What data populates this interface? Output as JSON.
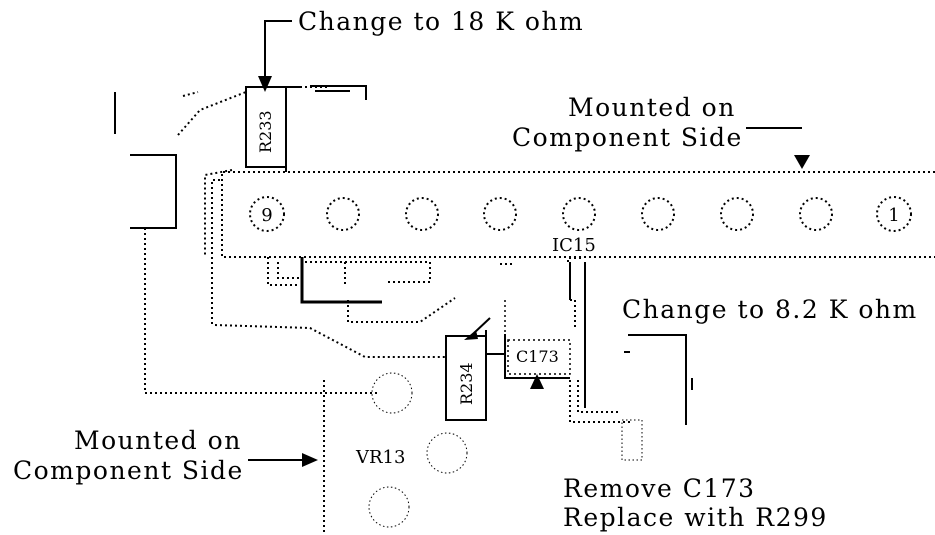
{
  "notes": {
    "r233_change": "Change to 18 K ohm",
    "mounted_top_line1": "Mounted on",
    "mounted_top_line2": "Component Side",
    "r234_change": "Change to 8.2 K ohm",
    "mounted_left_line1": "Mounted on",
    "mounted_left_line2": "Component Side",
    "remove_line1": "Remove C173",
    "remove_line2": "Replace with R299"
  },
  "ic": {
    "label": "IC15",
    "pin_first": "9",
    "pin_last": "1"
  },
  "components": {
    "r233": "R233",
    "r234": "R234",
    "c173": "C173",
    "vr13": "VR13"
  }
}
